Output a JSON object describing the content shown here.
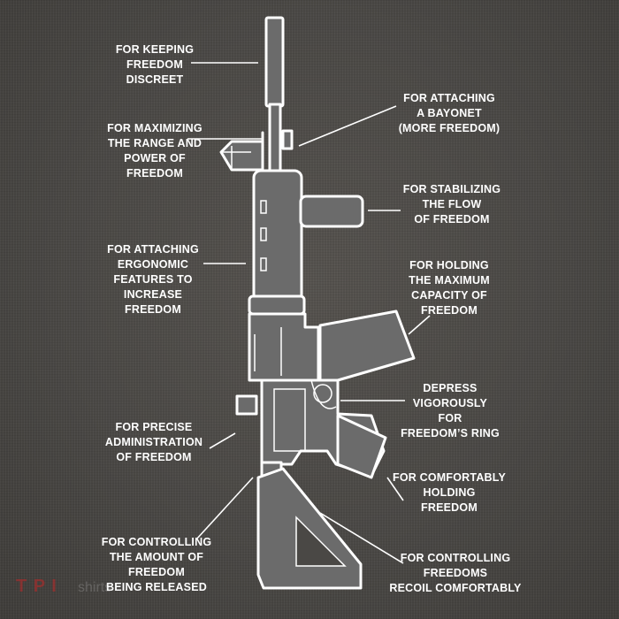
{
  "labels": {
    "keeping": [
      "FOR KEEPING",
      "FREEDOM",
      "DISCREET"
    ],
    "maximizing": [
      "FOR MAXIMIZING",
      "THE RANGE AND",
      "POWER OF",
      "FREEDOM"
    ],
    "ergonomic": [
      "FOR ATTACHING",
      "ERGONOMIC",
      "FEATURES TO",
      "INCREASE",
      "FREEDOM"
    ],
    "administration": [
      "FOR PRECISE",
      "ADMINISTRATION",
      "OF FREEDOM"
    ],
    "controlling_amount": [
      "FOR CONTROLLING",
      "THE AMOUNT OF",
      "FREEDOM",
      "BEING RELEASED"
    ],
    "bayonet": [
      "FOR ATTACHING",
      "A BAYONET",
      "(MORE FREEDOM)"
    ],
    "stabilizing": [
      "FOR STABILIZING",
      "THE FLOW",
      "OF FREEDOM"
    ],
    "capacity": [
      "FOR HOLDING",
      "THE MAXIMUM",
      "CAPACITY OF",
      "FREEDOM"
    ],
    "depress": [
      "DEPRESS",
      "VIGOROUSLY",
      "FOR",
      "FREEDOM’S RING"
    ],
    "comfortably": [
      "FOR COMFORTABLY",
      "HOLDING",
      "FREEDOM"
    ],
    "recoil": [
      "FOR CONTROLLING",
      "FREEDOMS",
      "RECOIL COMFORTABLY"
    ]
  },
  "watermark": {
    "logo": "T P I",
    "text": "shirts"
  },
  "colors": {
    "background": "#4a4845",
    "rifle": "#6c6c6c",
    "outline": "#ffffff",
    "label": "#ffffff"
  }
}
